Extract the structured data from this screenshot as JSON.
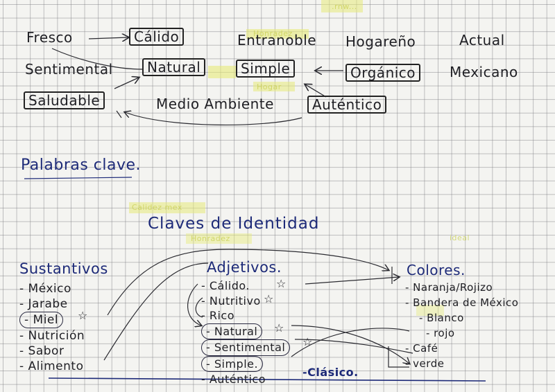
{
  "top_words": {
    "fresco": "Fresco",
    "calido": "Cálido",
    "entranoble": "Entranoble",
    "hogareno": "Hogareño",
    "actual": "Actual",
    "sentimental": "Sentimental",
    "natural": "Natural",
    "simple": "Simple",
    "organico": "Orgánico",
    "mexicano": "Mexicano",
    "saludable": "Saludable",
    "medio_ambiente": "Medio Ambiente",
    "autentico": "Auténtico"
  },
  "sections": {
    "palabras_clave": "Palabras clave.",
    "claves_identidad": "Claves de Identidad"
  },
  "sustantivos": {
    "title": "Sustantivos",
    "items": [
      "- México",
      "- Jarabe",
      "- Miel",
      "- Nutrición",
      "- Sabor",
      "- Alimento"
    ]
  },
  "adjetivos": {
    "title": "Adjetivos.",
    "items": [
      "- Cálido.",
      "- Nutritivo",
      "- Rico",
      "- Natural",
      "- Sentimental",
      "- Simple.",
      "- Auténtico"
    ],
    "extra": "-Clásico."
  },
  "colores": {
    "title": "Colores.",
    "items": [
      "- Naranja/Rojizo",
      "- Bandera de México",
      "- Blanco",
      "- rojo",
      "- Café",
      "- verde"
    ]
  },
  "colors": {
    "ink": "#1f1f24",
    "blue_ink": "#1d2a78",
    "highlighter": "#dfe36a"
  }
}
